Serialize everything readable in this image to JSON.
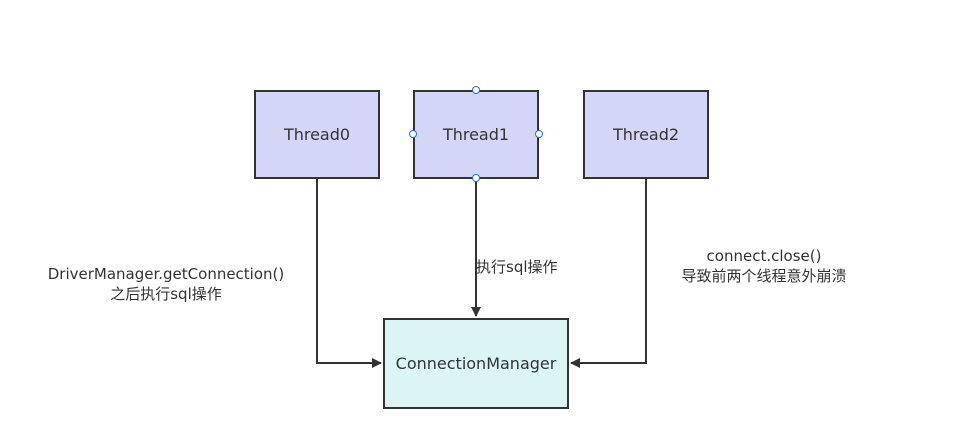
{
  "nodes": {
    "thread0": "Thread0",
    "thread1": "Thread1",
    "thread2": "Thread2",
    "manager": "ConnectionManager"
  },
  "edges": {
    "left": {
      "line1": "DriverManager.getConnection()",
      "line2": "之后执行sql操作"
    },
    "middle": {
      "line1": "执行sql操作"
    },
    "right": {
      "line1": "connect.close()",
      "line2": "导致前两个线程意外崩溃"
    }
  },
  "colors": {
    "thread_fill": "#d4d6f7",
    "manager_fill": "#dbf4f4",
    "stroke": "#333333",
    "selection_handle": "#1a73e8"
  }
}
